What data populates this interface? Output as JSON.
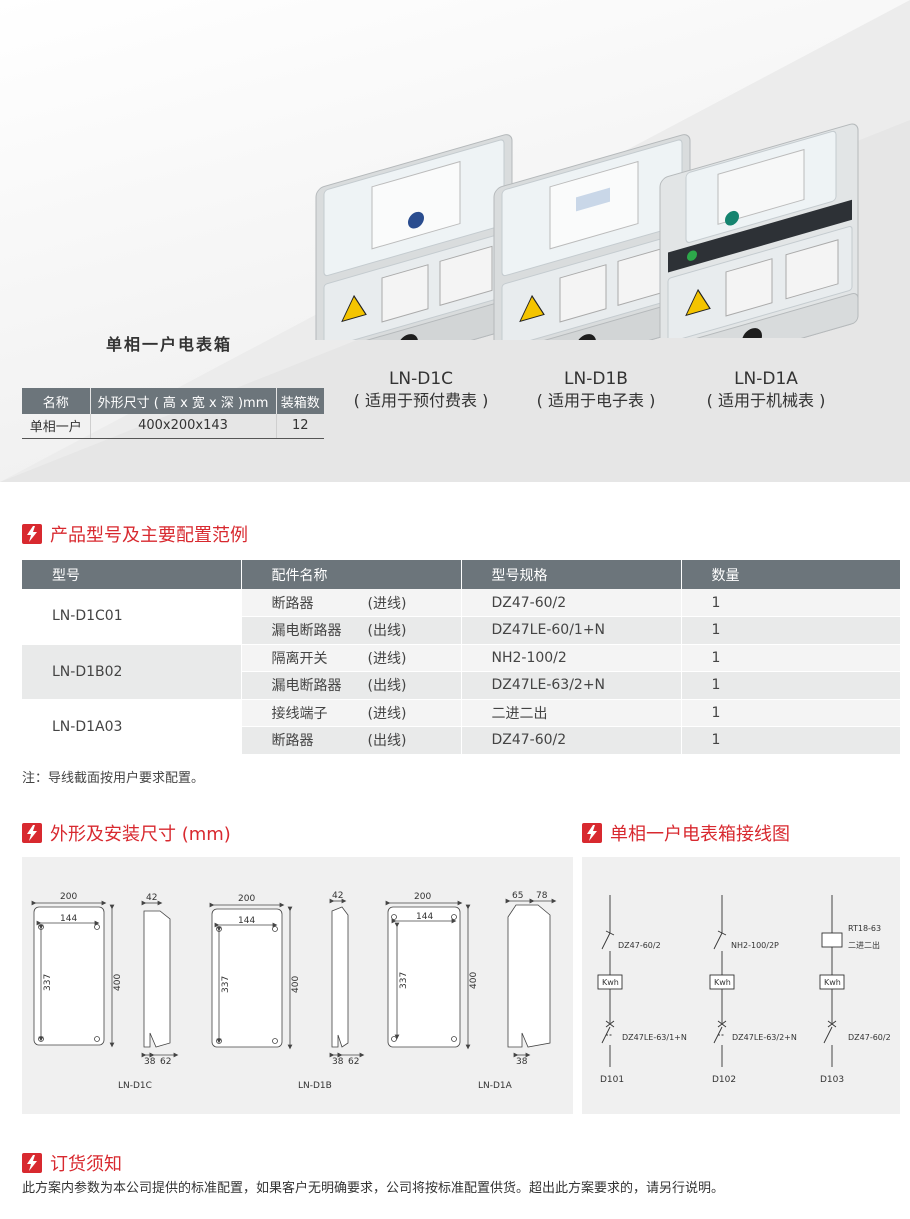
{
  "hero": {
    "box_title": "单相一户电表箱",
    "spec_table": {
      "headers": [
        "名称",
        "外形尺寸 ( 高 x 宽 x 深 )mm",
        "装箱数"
      ],
      "row": [
        "单相一户",
        "400x200x143",
        "12"
      ]
    },
    "products": [
      {
        "model": "LN-D1C",
        "usage": "( 适用于预付费表 )"
      },
      {
        "model": "LN-D1B",
        "usage": "( 适用于电子表 )"
      },
      {
        "model": "LN-D1A",
        "usage": "( 适用于机械表 )"
      }
    ]
  },
  "section_config": {
    "title": "产品型号及主要配置范例",
    "headers": [
      "型号",
      "配件名称",
      "型号规格",
      "数量"
    ],
    "groups": [
      {
        "model": "LN-D1C01",
        "rows": [
          {
            "part": "断路器",
            "dir": "(进线)",
            "spec": "DZ47-60/2",
            "qty": "1"
          },
          {
            "part": "漏电断路器",
            "dir": "(出线)",
            "spec": "DZ47LE-60/1+N",
            "qty": "1"
          }
        ]
      },
      {
        "model": "LN-D1B02",
        "rows": [
          {
            "part": "隔离开关",
            "dir": "(进线)",
            "spec": "NH2-100/2",
            "qty": "1"
          },
          {
            "part": "漏电断路器",
            "dir": "(出线)",
            "spec": "DZ47LE-63/2+N",
            "qty": "1"
          }
        ]
      },
      {
        "model": "LN-D1A03",
        "rows": [
          {
            "part": "接线端子",
            "dir": "(进线)",
            "spec": "二进二出",
            "qty": "1"
          },
          {
            "part": "断路器",
            "dir": "(出线)",
            "spec": "DZ47-60/2",
            "qty": "1"
          }
        ]
      }
    ],
    "note": "注：导线截面按用户要求配置。"
  },
  "section_dims": {
    "title": "外形及安装尺寸 (mm)",
    "drawings": [
      {
        "label": "LN-D1C",
        "width": "200",
        "hole_w": "144",
        "hole_h": "337",
        "height": "400",
        "side_top": "42",
        "side_b1": "38",
        "side_b2": "62"
      },
      {
        "label": "LN-D1B",
        "width": "200",
        "hole_w": "144",
        "hole_h": "337",
        "height": "400",
        "side_top": "42",
        "side_b1": "38",
        "side_b2": "62"
      },
      {
        "label": "LN-D1A",
        "width": "200",
        "hole_w": "144",
        "hole_h": "337",
        "height": "400",
        "side_top1": "65",
        "side_top2": "78",
        "side_b1": "38"
      }
    ]
  },
  "section_wiring": {
    "title": "单相一户电表箱接线图",
    "meter_label": "Kwh",
    "circuits": [
      {
        "top": "DZ47-60/2",
        "bottom": "DZ47LE-63/1+N",
        "id": "D101"
      },
      {
        "top": "NH2-100/2P",
        "bottom": "DZ47LE-63/2+N",
        "id": "D102"
      },
      {
        "top": "RT18-63",
        "top2": "二进二出",
        "bottom": "DZ47-60/2",
        "id": "D103"
      }
    ]
  },
  "section_order": {
    "title": "订货须知",
    "text": "此方案内参数为本公司提供的标准配置，如果客户无明确要求，公司将按标准配置供货。超出此方案要求的，请另行说明。"
  },
  "colors": {
    "accent": "#d8292f",
    "header_gray": "#6c757b",
    "row_light": "#f4f4f4",
    "row_dark": "#e9eaea"
  }
}
